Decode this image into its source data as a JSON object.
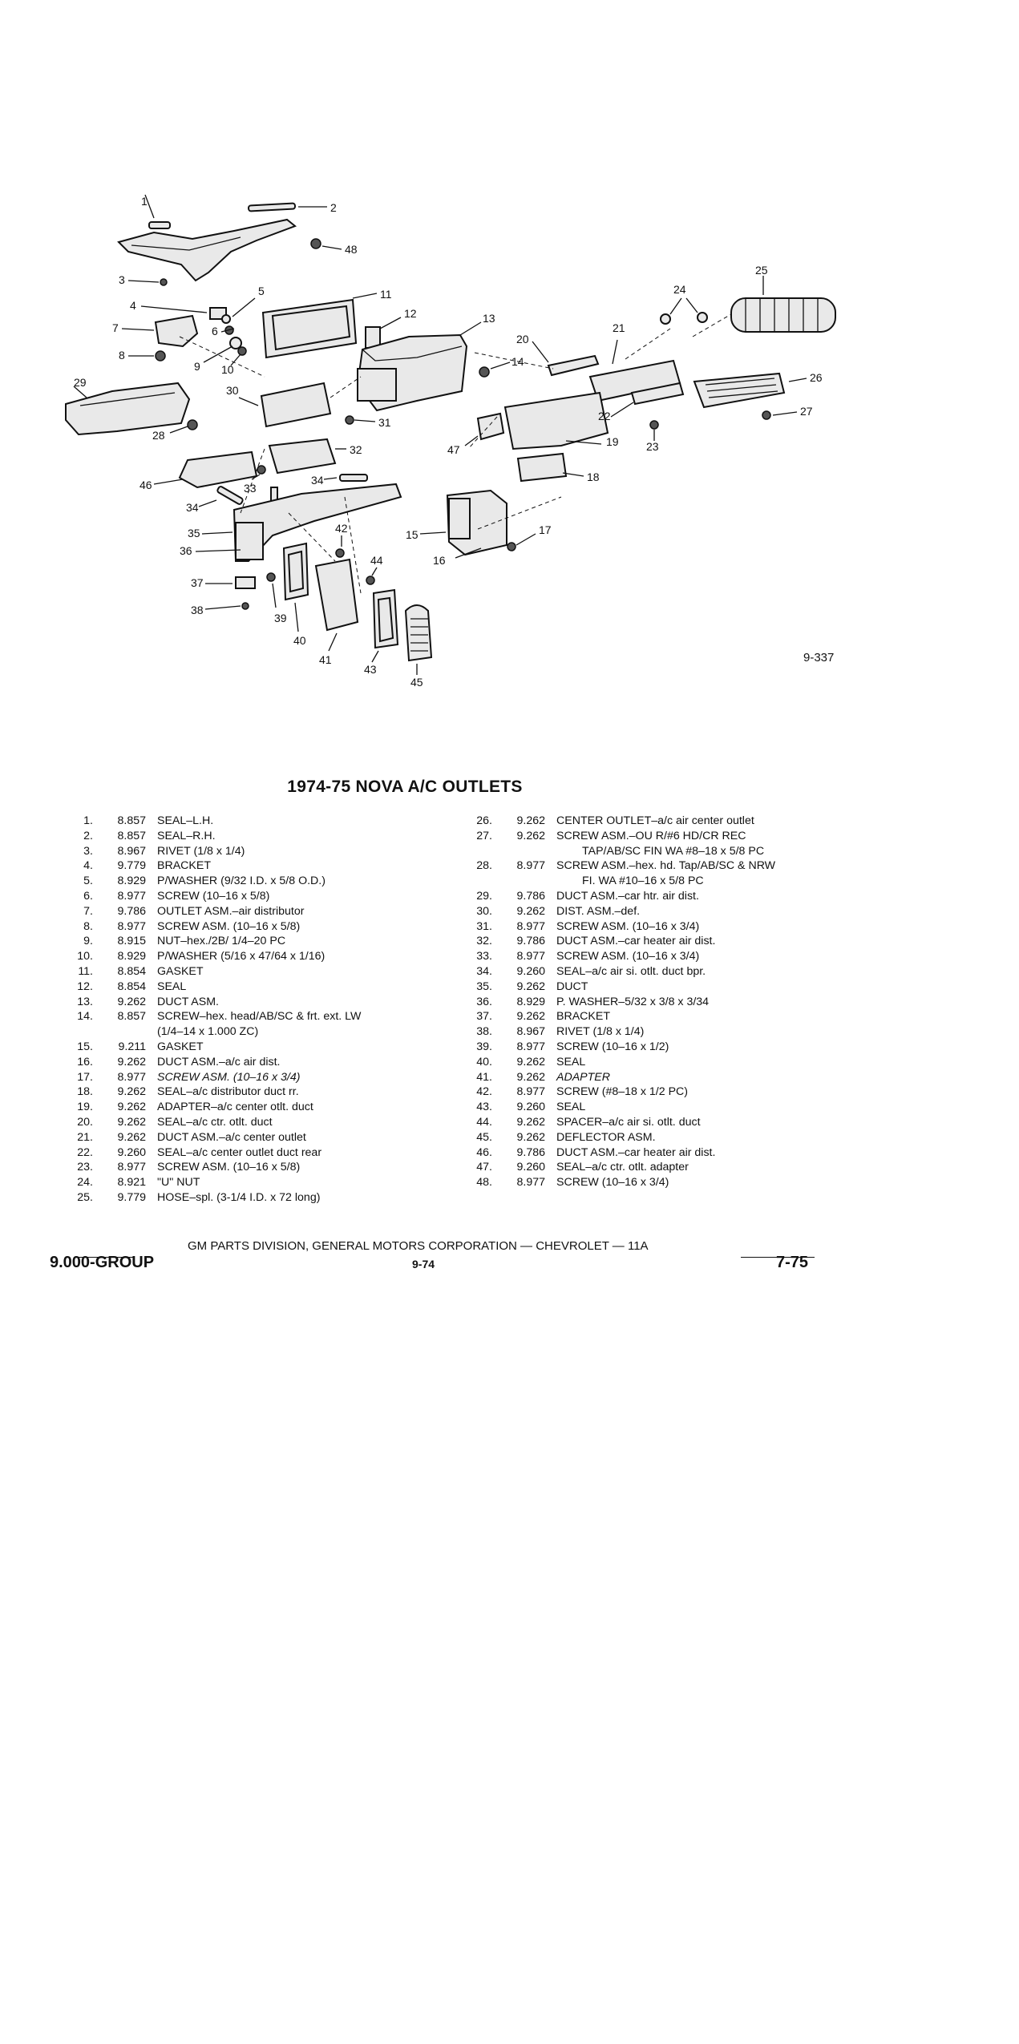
{
  "figure_number": "9-337",
  "callouts": [
    "1",
    "2",
    "3",
    "4",
    "5",
    "6",
    "7",
    "8",
    "9",
    "10",
    "11",
    "12",
    "13",
    "14",
    "15",
    "16",
    "17",
    "18",
    "19",
    "20",
    "21",
    "22",
    "23",
    "24",
    "25",
    "26",
    "27",
    "28",
    "29",
    "30",
    "31",
    "32",
    "33",
    "34",
    "34",
    "35",
    "36",
    "37",
    "38",
    "39",
    "40",
    "41",
    "42",
    "43",
    "44",
    "45",
    "46",
    "47",
    "48"
  ],
  "title": "1974-75 NOVA A/C OUTLETS",
  "parts_left": [
    {
      "num": "1.",
      "code": "8.857",
      "desc": "SEAL–L.H."
    },
    {
      "num": "2.",
      "code": "8.857",
      "desc": "SEAL–R.H."
    },
    {
      "num": "3.",
      "code": "8.967",
      "desc": "RIVET (1/8 x 1/4)"
    },
    {
      "num": "4.",
      "code": "9.779",
      "desc": "BRACKET"
    },
    {
      "num": "5.",
      "code": "8.929",
      "desc": "P/WASHER (9/32 I.D. x 5/8 O.D.)"
    },
    {
      "num": "6.",
      "code": "8.977",
      "desc": "SCREW (10–16 x 5/8)"
    },
    {
      "num": "7.",
      "code": "9.786",
      "desc": "OUTLET ASM.–air distributor"
    },
    {
      "num": "8.",
      "code": "8.977",
      "desc": "SCREW ASM. (10–16 x 5/8)"
    },
    {
      "num": "9.",
      "code": "8.915",
      "desc": "NUT–hex./2B/ 1/4–20 PC"
    },
    {
      "num": "10.",
      "code": "8.929",
      "desc": "P/WASHER (5/16 x 47/64 x 1/16)"
    },
    {
      "num": "11.",
      "code": "8.854",
      "desc": "GASKET"
    },
    {
      "num": "12.",
      "code": "8.854",
      "desc": "SEAL"
    },
    {
      "num": "13.",
      "code": "9.262",
      "desc": "DUCT ASM."
    },
    {
      "num": "14.",
      "code": "8.857",
      "desc": "SCREW–hex. head/AB/SC & frt. ext. LW",
      "cont": "(1/4–14 x 1.000 ZC)"
    },
    {
      "num": "15.",
      "code": "9.211",
      "desc": "GASKET"
    },
    {
      "num": "16.",
      "code": "9.262",
      "desc": "DUCT ASM.–a/c air dist."
    },
    {
      "num": "17.",
      "code": "8.977",
      "desc": "SCREW ASM. (10–16 x 3/4)",
      "italic": true
    },
    {
      "num": "18.",
      "code": "9.262",
      "desc": "SEAL–a/c distributor duct rr."
    },
    {
      "num": "19.",
      "code": "9.262",
      "desc": "ADAPTER–a/c center otlt. duct"
    },
    {
      "num": "20.",
      "code": "9.262",
      "desc": "SEAL–a/c ctr. otlt. duct"
    },
    {
      "num": "21.",
      "code": "9.262",
      "desc": "DUCT ASM.–a/c center outlet"
    },
    {
      "num": "22.",
      "code": "9.260",
      "desc": "SEAL–a/c center outlet duct rear"
    },
    {
      "num": "23.",
      "code": "8.977",
      "desc": "SCREW ASM. (10–16 x 5/8)"
    },
    {
      "num": "24.",
      "code": "8.921",
      "desc": "\"U\" NUT"
    },
    {
      "num": "25.",
      "code": "9.779",
      "desc": "HOSE–spl. (3-1/4 I.D. x 72 long)"
    }
  ],
  "parts_right": [
    {
      "num": "26.",
      "code": "9.262",
      "desc": "CENTER OUTLET–a/c air center outlet"
    },
    {
      "num": "27.",
      "code": "9.262",
      "desc": "SCREW ASM.–OU R/#6 HD/CR REC",
      "cont": "TAP/AB/SC FIN WA #8–18 x 5/8 PC"
    },
    {
      "num": "28.",
      "code": "8.977",
      "desc": "SCREW ASM.–hex. hd. Tap/AB/SC & NRW",
      "cont": "FI. WA #10–16 x 5/8 PC"
    },
    {
      "num": "29.",
      "code": "9.786",
      "desc": "DUCT ASM.–car htr. air dist."
    },
    {
      "num": "30.",
      "code": "9.262",
      "desc": "DIST. ASM.–def."
    },
    {
      "num": "31.",
      "code": "8.977",
      "desc": "SCREW ASM. (10–16 x 3/4)"
    },
    {
      "num": "32.",
      "code": "9.786",
      "desc": "DUCT ASM.–car heater air dist."
    },
    {
      "num": "33.",
      "code": "8.977",
      "desc": "SCREW ASM. (10–16 x 3/4)"
    },
    {
      "num": "34.",
      "code": "9.260",
      "desc": "SEAL–a/c air si. otlt. duct bpr."
    },
    {
      "num": "35.",
      "code": "9.262",
      "desc": "DUCT"
    },
    {
      "num": "36.",
      "code": "8.929",
      "desc": "P. WASHER–5/32 x 3/8 x 3/34"
    },
    {
      "num": "37.",
      "code": "9.262",
      "desc": "BRACKET"
    },
    {
      "num": "38.",
      "code": "8.967",
      "desc": "RIVET (1/8 x 1/4)"
    },
    {
      "num": "39.",
      "code": "8.977",
      "desc": "SCREW (10–16 x 1/2)"
    },
    {
      "num": "40.",
      "code": "9.262",
      "desc": "SEAL"
    },
    {
      "num": "41.",
      "code": "9.262",
      "desc": "ADAPTER",
      "italic": true
    },
    {
      "num": "42.",
      "code": "8.977",
      "desc": "SCREW (#8–18 x 1/2 PC)"
    },
    {
      "num": "43.",
      "code": "9.260",
      "desc": "SEAL"
    },
    {
      "num": "44.",
      "code": "9.262",
      "desc": "SPACER–a/c air si. otlt. duct"
    },
    {
      "num": "45.",
      "code": "9.262",
      "desc": "DEFLECTOR ASM."
    },
    {
      "num": "46.",
      "code": "9.786",
      "desc": "DUCT ASM.–car heater air dist."
    },
    {
      "num": "47.",
      "code": "9.260",
      "desc": "SEAL–a/c ctr. otlt. adapter"
    },
    {
      "num": "48.",
      "code": "8.977",
      "desc": "SCREW (10–16 x 3/4)"
    }
  ],
  "footer": {
    "corporation": "GM PARTS DIVISION, GENERAL MOTORS CORPORATION — CHEVROLET — 11A",
    "group": "9.000-GROUP",
    "page": "9-74",
    "date": "7-75"
  }
}
